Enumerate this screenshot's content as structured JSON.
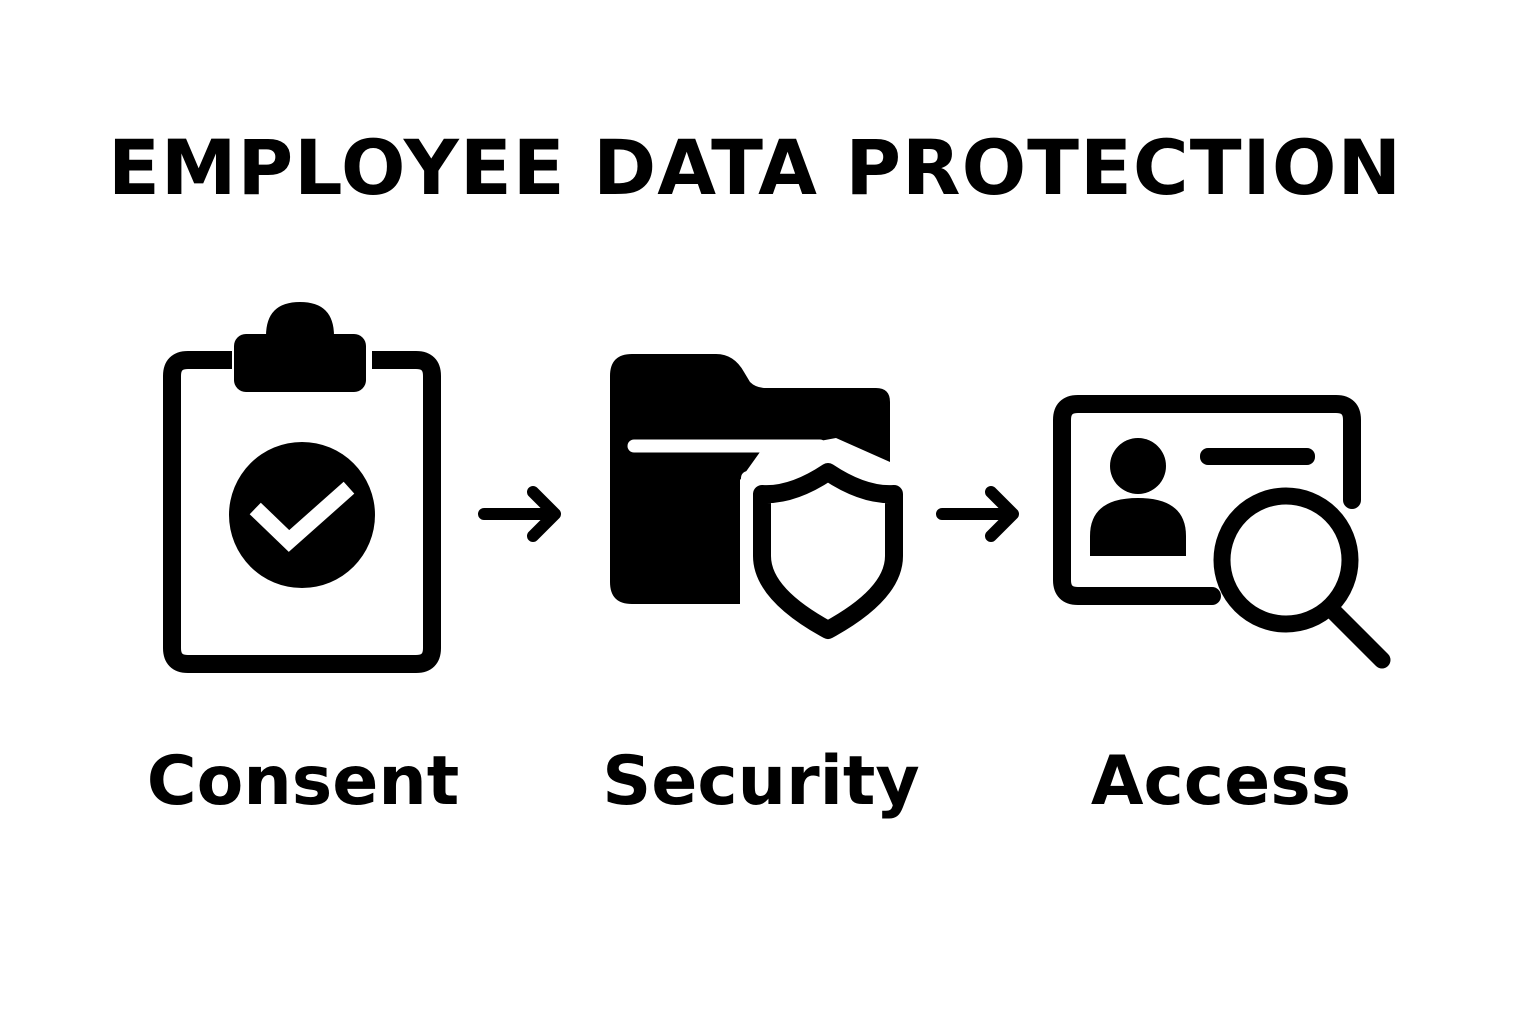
{
  "title": "EMPLOYEE DATA PROTECTION",
  "steps": [
    {
      "label": "Consent",
      "icon": "clipboard-check-icon"
    },
    {
      "label": "Security",
      "icon": "folder-shield-icon"
    },
    {
      "label": "Access",
      "icon": "id-card-search-icon"
    }
  ],
  "connectors": [
    "arrow-right-icon",
    "arrow-right-icon"
  ],
  "colors": {
    "foreground": "#000000",
    "background": "#ffffff"
  }
}
